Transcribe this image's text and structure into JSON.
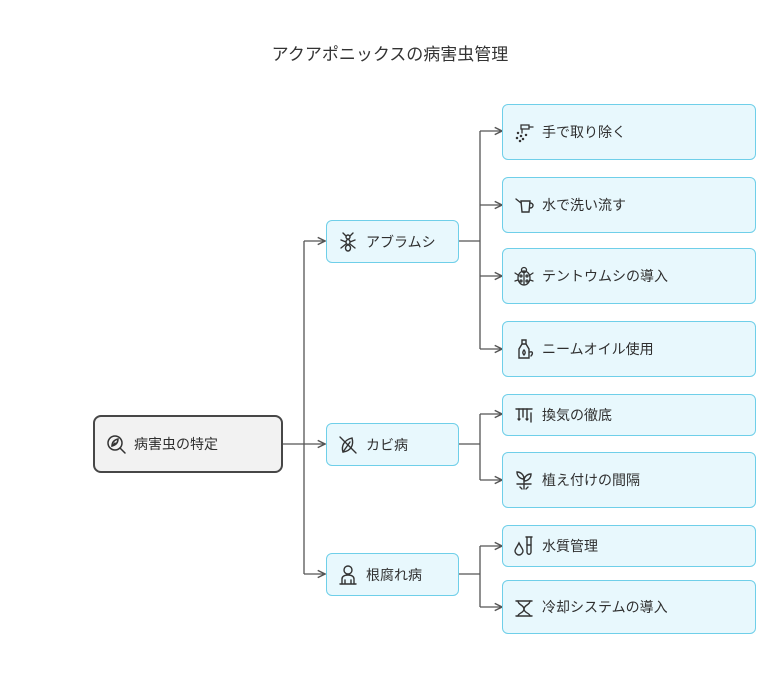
{
  "title": "アクアポニックスの病害虫管理",
  "root": {
    "label": "病害虫の特定",
    "icon": "search-leaf-icon"
  },
  "branches": [
    {
      "label": "アブラムシ",
      "icon": "ant-icon",
      "items": [
        {
          "label": "手で取り除く",
          "icon": "spray-icon"
        },
        {
          "label": "水で洗い流す",
          "icon": "watering-can-icon"
        },
        {
          "label": "テントウムシの導入",
          "icon": "ladybug-icon"
        },
        {
          "label": "ニームオイル使用",
          "icon": "oil-bottle-icon"
        }
      ]
    },
    {
      "label": "カビ病",
      "icon": "no-leaf-icon",
      "items": [
        {
          "label": "換気の徹底",
          "icon": "ventilation-icon"
        },
        {
          "label": "植え付けの間隔",
          "icon": "sprout-icon"
        }
      ]
    },
    {
      "label": "根腐れ病",
      "icon": "plant-pot-icon",
      "items": [
        {
          "label": "水質管理",
          "icon": "water-test-icon"
        },
        {
          "label": "冷却システムの導入",
          "icon": "cooling-icon"
        }
      ]
    }
  ]
}
